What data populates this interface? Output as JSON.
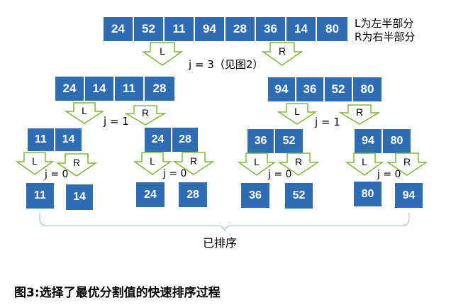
{
  "legend": {
    "left": "L为左半部分",
    "right": "R为右半部分"
  },
  "root": [
    "24",
    "52",
    "11",
    "94",
    "28",
    "36",
    "14",
    "80"
  ],
  "arrow_labels": {
    "left": "L",
    "right": "R"
  },
  "j_labels": {
    "level0": "j = 3（见图2）",
    "level1_left": "j = 1",
    "level1_right": "j = 1",
    "level2_a": "j = 0",
    "level2_b": "j = 0",
    "level2_c": "j = 0",
    "level2_d": "j = 0"
  },
  "level1": {
    "left": [
      "24",
      "14",
      "11",
      "28"
    ],
    "right": [
      "94",
      "36",
      "52",
      "80"
    ]
  },
  "level2": {
    "a": [
      "11",
      "14"
    ],
    "b": [
      "24",
      "28"
    ],
    "c": [
      "36",
      "52"
    ],
    "d": [
      "94",
      "80"
    ]
  },
  "leaves": [
    "11",
    "14",
    "24",
    "28",
    "36",
    "52",
    "80",
    "94"
  ],
  "sorted_label": "已排序",
  "caption": "图3:选择了最优分割值的快速排序过程",
  "colors": {
    "cell_fill": "#2e6db4",
    "cell_text": "#ffffff",
    "arrow_stroke": "#7fb53a",
    "brace_stroke": "#9ab8d8"
  }
}
